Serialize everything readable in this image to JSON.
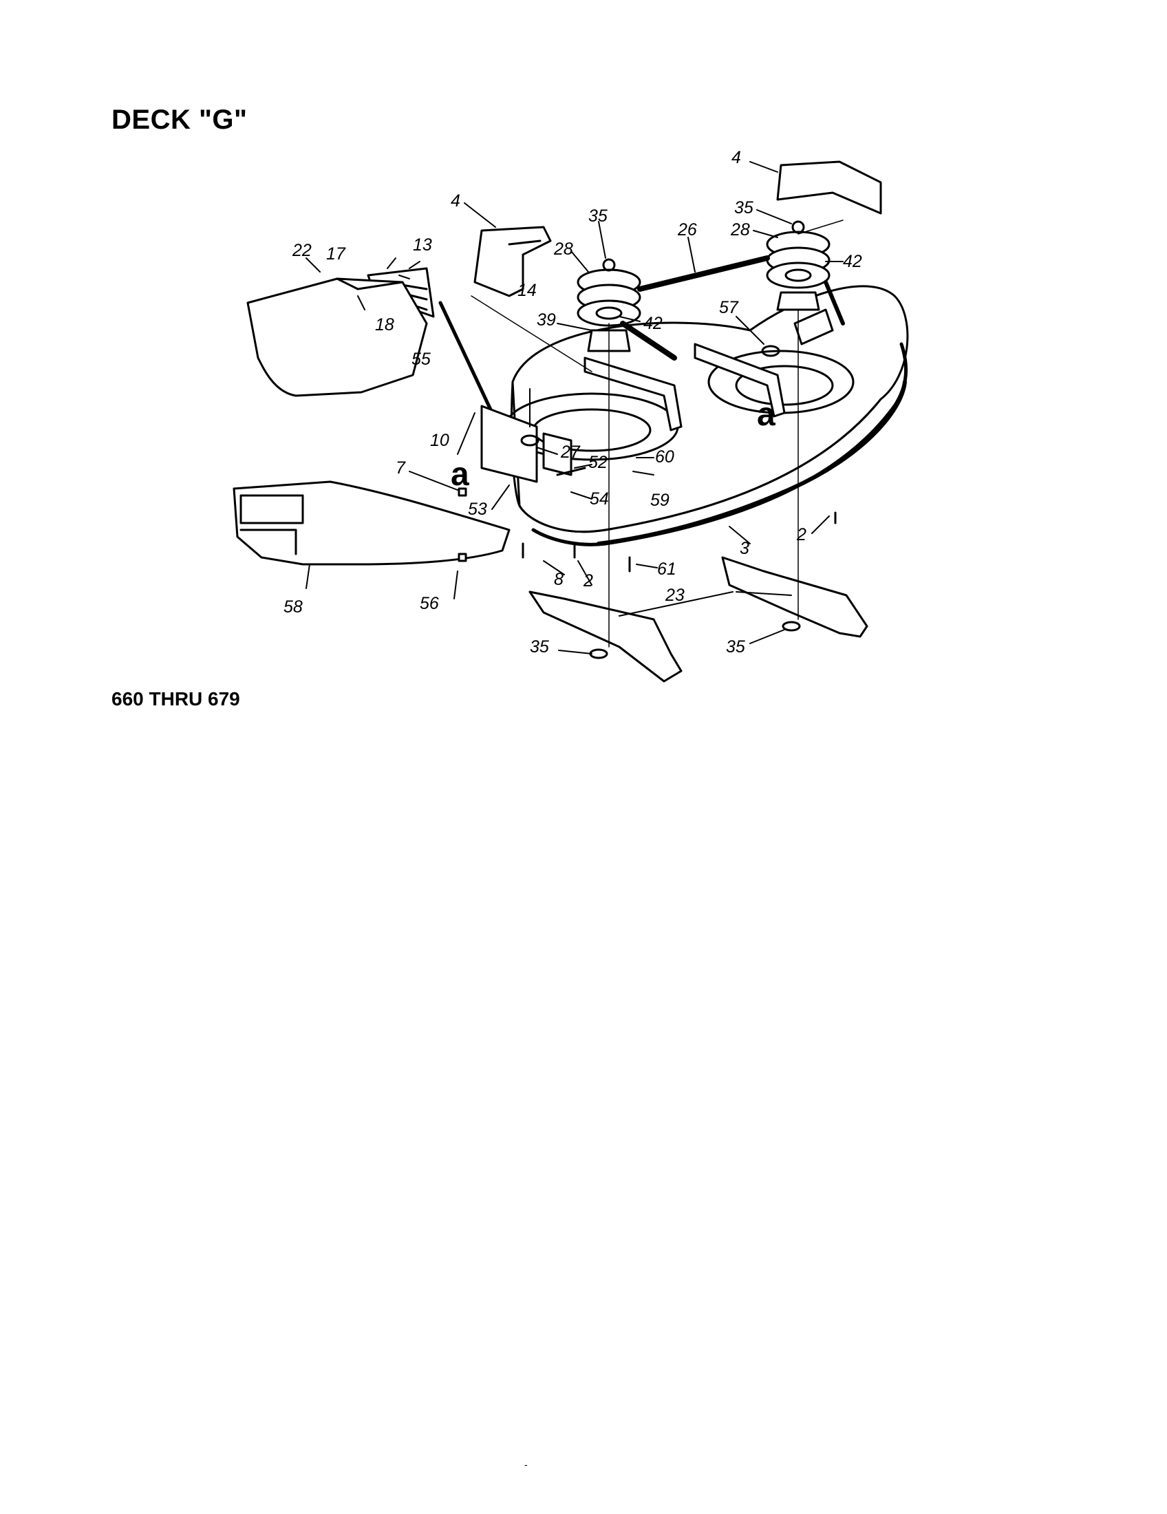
{
  "header": {
    "title": "DECK \"G\""
  },
  "footer": {
    "model_range": "660 THRU 679",
    "mark": "-"
  },
  "diagram": {
    "ref_marks": [
      "a",
      "a"
    ],
    "callouts": {
      "c4a": "4",
      "c4b": "4",
      "c35a": "35",
      "c35b": "35",
      "c35c": "35",
      "c35d": "35",
      "c22": "22",
      "c17": "17",
      "c13": "13",
      "c18": "18",
      "c26": "26",
      "c28a": "28",
      "c28b": "28",
      "c42a": "42",
      "c42b": "42",
      "c39": "39",
      "c57": "57",
      "c55": "55",
      "c14": "14",
      "c10": "10",
      "c27": "27",
      "c52": "52",
      "c60": "60",
      "c7": "7",
      "c59": "59",
      "c54": "54",
      "c53": "53",
      "c2a": "2",
      "c2b": "2",
      "c3": "3",
      "c8": "8",
      "c61": "61",
      "c23": "23",
      "c58": "58",
      "c56": "56"
    }
  }
}
